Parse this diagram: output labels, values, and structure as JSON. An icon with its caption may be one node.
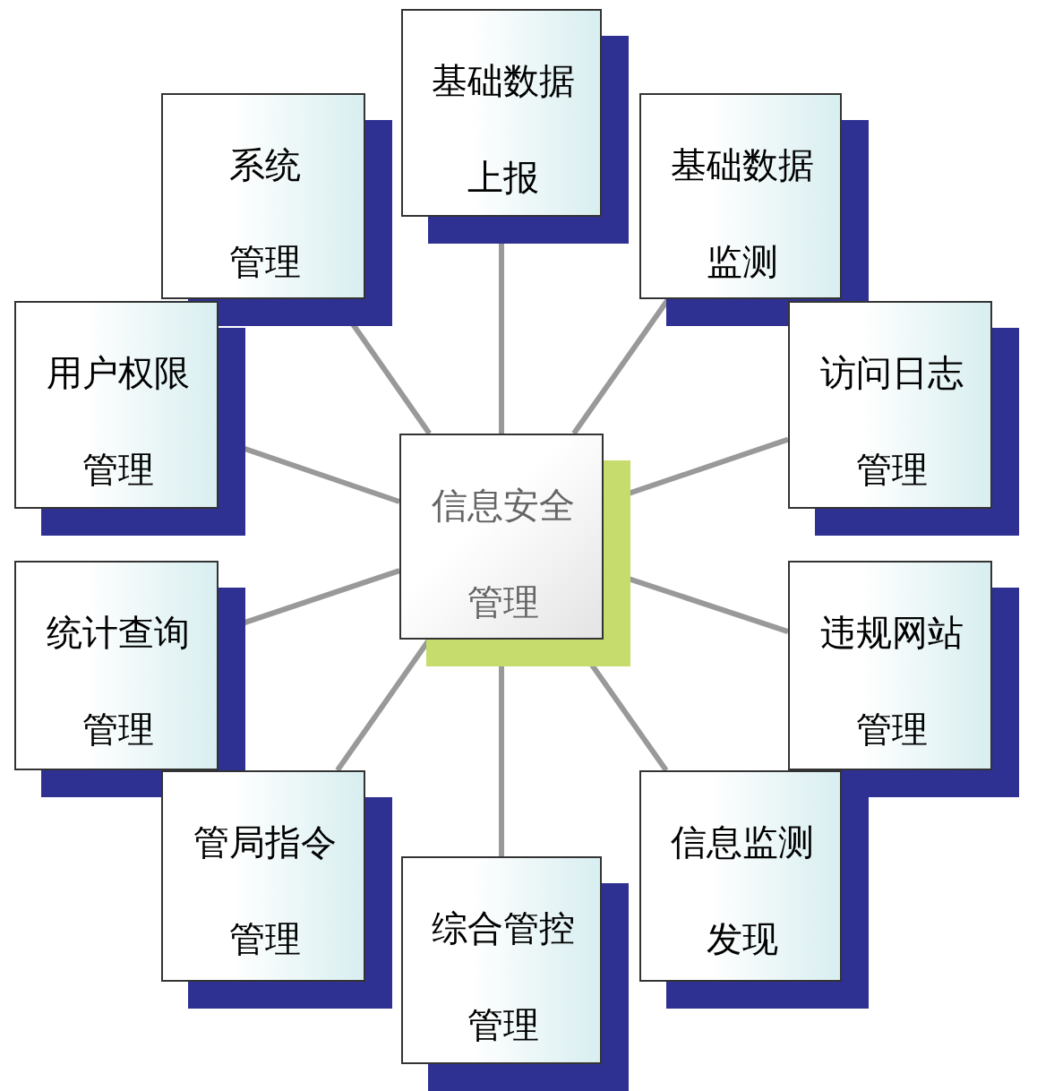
{
  "diagram": {
    "nodes": [
      {
        "text": [
          "基础数据上报"
        ]
      },
      {
        "text": [
          "系统管理"
        ]
      },
      {
        "text": [
          "基础数据监测"
        ]
      },
      {
        "text": [
          "用户权限管理"
        ]
      },
      {
        "text": [
          "访问日志管理"
        ]
      },
      {
        "text": [
          "信息安全管理"
        ]
      },
      {
        "text": [
          "统计查询管理"
        ]
      },
      {
        "text": [
          "违规网站管理"
        ]
      },
      {
        "text": [
          "管局指令管理"
        ]
      },
      {
        "text": [
          "信息监测发现"
        ]
      },
      {
        "text": [
          "综合管控管理"
        ]
      }
    ],
    "edges": [
      {
        "from": 5,
        "to": 0,
        "arrow": "none"
      },
      {
        "from": 5,
        "to": 1,
        "arrow": "none"
      },
      {
        "from": 5,
        "to": 2,
        "arrow": "none"
      },
      {
        "from": 5,
        "to": 3,
        "arrow": "none"
      },
      {
        "from": 5,
        "to": 4,
        "arrow": "none"
      },
      {
        "from": 5,
        "to": 6,
        "arrow": "none"
      },
      {
        "from": 5,
        "to": 7,
        "arrow": "none"
      },
      {
        "from": 5,
        "to": 8,
        "arrow": "none"
      },
      {
        "from": 5,
        "to": 9,
        "arrow": "none"
      },
      {
        "from": 5,
        "to": 10,
        "arrow": "none"
      }
    ]
  }
}
